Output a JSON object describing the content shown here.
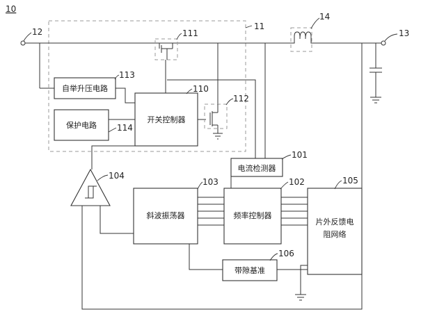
{
  "figure": {
    "number": "10"
  },
  "terminals": {
    "input": "12",
    "output": "13"
  },
  "blocks": {
    "bootstrap": {
      "text": "自举升压电路",
      "ref": "113"
    },
    "protection": {
      "text": "保护电路",
      "ref": "114"
    },
    "switch_controller": {
      "text": "开关控制器",
      "ref": "110"
    },
    "current_detector": {
      "text": "电流检测器",
      "ref": "101"
    },
    "ramp_oscillator": {
      "text": "斜波振荡器",
      "ref": "103"
    },
    "frequency_controller": {
      "text": "频率控制器",
      "ref": "102"
    },
    "feedback_network": {
      "line1": "片外反馈电",
      "line2": "阻网络",
      "ref": "105"
    },
    "bandgap": {
      "text": "带隙基准",
      "ref": "106"
    }
  },
  "components": {
    "upper_switch": "111",
    "lower_switch": "112",
    "inductor": "14",
    "comparator": "104",
    "module_boundary": "11"
  }
}
